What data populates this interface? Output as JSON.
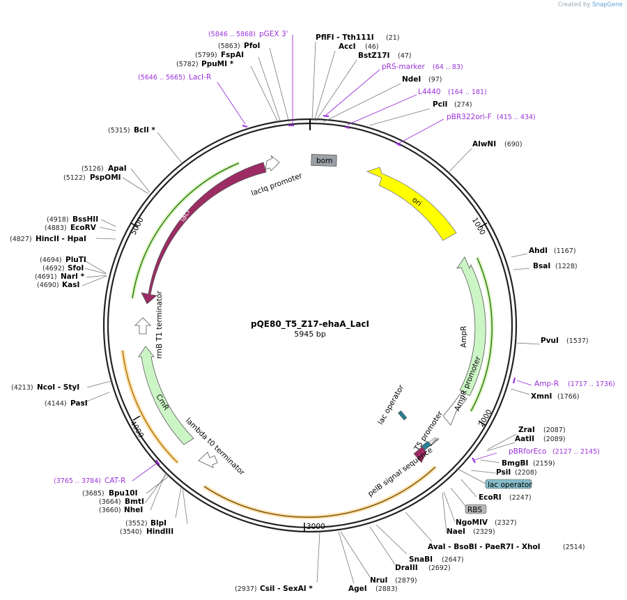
{
  "credit": {
    "prefix": "Created by",
    "brand": "SnapGene"
  },
  "plasmid": {
    "name": "pQE80_T5_Z17-ehaA_LacI",
    "size": "5945 bp"
  },
  "ruler": [
    "1000",
    "2000",
    "3000",
    "4000",
    "5000"
  ],
  "features": {
    "bom": "bom",
    "ori": "ori",
    "lacI": "lacI",
    "lacIq": "lacIq promoter",
    "ampR": "AmpR",
    "ampR_promoter": "AmpR promoter",
    "cmR": "CmR",
    "rrnB": "rrnB T1 terminator",
    "lambda": "lambda t0 terminator",
    "lac_operator": "lac operator",
    "t5": "T5 promoter",
    "pelB": "pelB signal sequence",
    "lac_operator_box": "lac operator",
    "rbs": "RBS",
    "his": "6xHis"
  },
  "sites": [
    {
      "name": "PflFI - Tth111I",
      "pos": "(21)"
    },
    {
      "name": "AccI",
      "pos": "(46)"
    },
    {
      "name": "BstZ17I",
      "pos": "(47)"
    },
    {
      "name": "NdeI",
      "pos": "(97)"
    },
    {
      "name": "PciI",
      "pos": "(274)"
    },
    {
      "name": "AlwNI",
      "pos": "(690)"
    },
    {
      "name": "AhdI",
      "pos": "(1167)"
    },
    {
      "name": "BsaI",
      "pos": "(1228)"
    },
    {
      "name": "PvuI",
      "pos": "(1537)"
    },
    {
      "name": "XmnI",
      "pos": "(1766)"
    },
    {
      "name": "ZraI",
      "pos": "(2087)"
    },
    {
      "name": "AatII",
      "pos": "(2089)"
    },
    {
      "name": "BmgBI",
      "pos": "(2159)"
    },
    {
      "name": "PsiI",
      "pos": "(2208)"
    },
    {
      "name": "EcoRI",
      "pos": "(2247)"
    },
    {
      "name": "NgoMIV",
      "pos": "(2327)"
    },
    {
      "name": "NaeI",
      "pos": "(2329)"
    },
    {
      "name": "AvaI - BsoBI - PaeR7I - XhoI",
      "pos": "(2514)"
    },
    {
      "name": "SnaBI",
      "pos": "(2647)"
    },
    {
      "name": "DraIII",
      "pos": "(2692)"
    },
    {
      "name": "NruI",
      "pos": "(2879)"
    },
    {
      "name": "AgeI",
      "pos": "(2883)"
    },
    {
      "name": "CsiI - SexAI *",
      "pos": "(2937)"
    },
    {
      "name": "BlpI",
      "pos": "(3552)"
    },
    {
      "name": "HindIII",
      "pos": "(3540)"
    },
    {
      "name": "Bpu10I",
      "pos": "(3685)"
    },
    {
      "name": "BmtI",
      "pos": "(3664)"
    },
    {
      "name": "NheI",
      "pos": "(3660)"
    },
    {
      "name": "PasI",
      "pos": "(4144)"
    },
    {
      "name": "NcoI - StyI",
      "pos": "(4213)"
    },
    {
      "name": "PluTI",
      "pos": "(4694)"
    },
    {
      "name": "SfoI",
      "pos": "(4692)"
    },
    {
      "name": "NarI *",
      "pos": "(4691)"
    },
    {
      "name": "KasI",
      "pos": "(4690)"
    },
    {
      "name": "BssHII",
      "pos": "(4918)"
    },
    {
      "name": "EcoRV",
      "pos": "(4883)"
    },
    {
      "name": "HincII - HpaI",
      "pos": "(4827)"
    },
    {
      "name": "ApaI",
      "pos": "(5126)"
    },
    {
      "name": "PspOMI",
      "pos": "(5122)"
    },
    {
      "name": "BclI *",
      "pos": "(5315)"
    },
    {
      "name": "PpuMI *",
      "pos": "(5782)"
    },
    {
      "name": "FspAI",
      "pos": "(5799)"
    },
    {
      "name": "PfoI",
      "pos": "(5863)"
    }
  ],
  "primers": [
    {
      "name": "pGEX 3'",
      "pos": "(5846 .. 5868)"
    },
    {
      "name": "LacI-R",
      "pos": "(5646 .. 5665)"
    },
    {
      "name": "pRS-marker",
      "pos": "(64 .. 83)"
    },
    {
      "name": "L4440",
      "pos": "(164 .. 181)"
    },
    {
      "name": "pBR322ori-F",
      "pos": "(415 .. 434)"
    },
    {
      "name": "Amp-R",
      "pos": "(1717 .. 1736)"
    },
    {
      "name": "pBRforEco",
      "pos": "(2127 .. 2145)"
    },
    {
      "name": "CAT-R",
      "pos": "(3765 .. 3784)"
    }
  ]
}
